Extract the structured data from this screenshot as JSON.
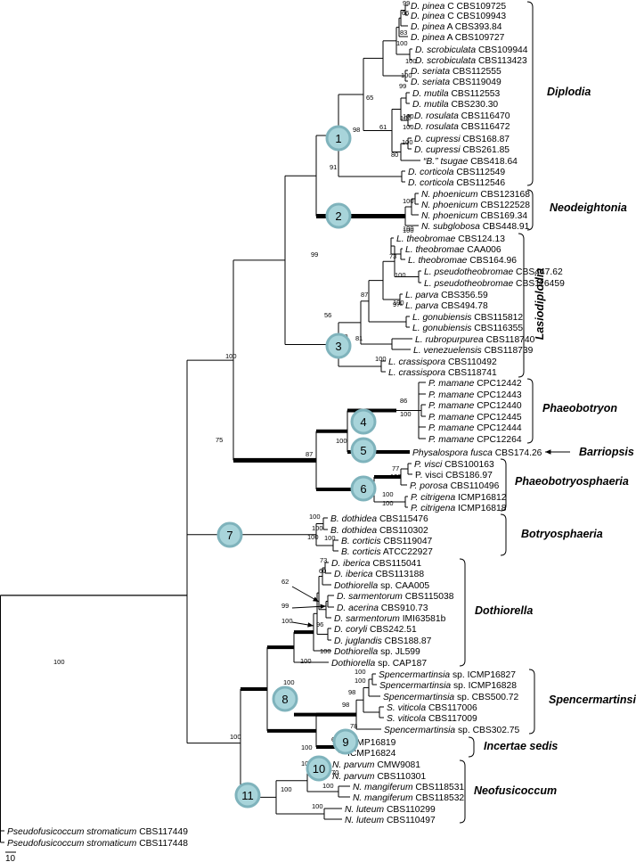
{
  "taxa": [
    {
      "italic": "D. pinea",
      "rest": " C CBS109725"
    },
    {
      "italic": "D. pinea",
      "rest": " C CBS109943"
    },
    {
      "italic": "D. pinea",
      "rest": " A CBS393.84"
    },
    {
      "italic": "D. pinea",
      "rest": " A CBS109727"
    },
    {
      "italic": "D. scrobiculata",
      "rest": " CBS109944"
    },
    {
      "italic": "D. scrobiculata",
      "rest": " CBS113423"
    },
    {
      "italic": "D. seriata",
      "rest": " CBS112555"
    },
    {
      "italic": "D. seriata",
      "rest": " CBS119049"
    },
    {
      "italic": "D. mutila",
      "rest": " CBS112553"
    },
    {
      "italic": "D. mutila",
      "rest": " CBS230.30"
    },
    {
      "italic": "D. rosulata",
      "rest": " CBS116470"
    },
    {
      "italic": "D. rosulata",
      "rest": " CBS116472"
    },
    {
      "italic": "D. cupressi",
      "rest": " CBS168.87"
    },
    {
      "italic": "D. cupressi",
      "rest": " CBS261.85"
    },
    {
      "italic": "“B.” tsugae",
      "rest": " CBS418.64"
    },
    {
      "italic": "D. corticola",
      "rest": " CBS112549"
    },
    {
      "italic": "D. corticola",
      "rest": " CBS112546"
    },
    {
      "italic": "N. phoenicum",
      "rest": " CBS123168"
    },
    {
      "italic": "N. phoenicum",
      "rest": " CBS122528"
    },
    {
      "italic": "N. phoenicum",
      "rest": " CBS169.34"
    },
    {
      "italic": "N. subglobosa",
      "rest": " CBS448.91"
    },
    {
      "italic": "L. theobromae",
      "rest": " CBS124.13"
    },
    {
      "italic": "L. theobromae",
      "rest": " CAA006"
    },
    {
      "italic": "L. theobromae",
      "rest": " CBS164.96"
    },
    {
      "italic": "L. pseudotheobromae",
      "rest": " CBS447.62"
    },
    {
      "italic": "L. pseudotheobromae",
      "rest": " CBS116459"
    },
    {
      "italic": "L. parva",
      "rest": " CBS356.59"
    },
    {
      "italic": "L. parva",
      "rest": " CBS494.78"
    },
    {
      "italic": "L. gonubiensis",
      "rest": " CBS115812"
    },
    {
      "italic": "L. gonubiensis",
      "rest": " CBS116355"
    },
    {
      "italic": "L. rubropurpurea",
      "rest": " CBS118740"
    },
    {
      "italic": "L. venezuelensis",
      "rest": " CBS118739"
    },
    {
      "italic": "L. crassispora",
      "rest": " CBS110492"
    },
    {
      "italic": "L. crassispora",
      "rest": " CBS118741"
    },
    {
      "italic": "P. mamane",
      "rest": " CPC12442"
    },
    {
      "italic": "P. mamane",
      "rest": " CPC12443"
    },
    {
      "italic": "P. mamane",
      "rest": " CPC12440"
    },
    {
      "italic": "P. mamane",
      "rest": " CPC12445"
    },
    {
      "italic": "P. mamane",
      "rest": " CPC12444"
    },
    {
      "italic": "P. mamane",
      "rest": " CPC12264"
    },
    {
      "italic": "Physalospora fusca",
      "rest": " CBS174.26"
    },
    {
      "italic": "P. visci",
      "rest": " CBS100163"
    },
    {
      "italic": "",
      "rest": "P. visci CBS186.97"
    },
    {
      "italic": "P. porosa",
      "rest": " CBS110496"
    },
    {
      "italic": "P. citrigena",
      "rest": "  ICMP16812"
    },
    {
      "italic": "P. citrigena",
      "rest": "  ICMP16818"
    },
    {
      "italic": "B. dothidea",
      "rest": " CBS115476"
    },
    {
      "italic": "B. dothidea",
      "rest": " CBS110302"
    },
    {
      "italic": "B. corticis",
      "rest": " CBS119047"
    },
    {
      "italic": "B. corticis",
      "rest": " ATCC22927"
    },
    {
      "italic": "D. iberica",
      "rest": " CBS115041"
    },
    {
      "italic": "D. iberica",
      "rest": " CBS113188"
    },
    {
      "italic": "Dothiorella",
      "rest": " sp. CAA005"
    },
    {
      "italic": "D. sarmentorum",
      "rest": " CBS115038"
    },
    {
      "italic": "D. acerina",
      "rest": " CBS910.73"
    },
    {
      "italic": "D. sarmentorum",
      "rest": " IMI63581b"
    },
    {
      "italic": "D. coryli",
      "rest": " CBS242.51"
    },
    {
      "italic": "D. juglandis",
      "rest": " CBS188.87"
    },
    {
      "italic": "Dothiorella",
      "rest": " sp. JL599"
    },
    {
      "italic": "Dothiorella",
      "rest": " sp. CAP187"
    },
    {
      "italic": "Spencermartinsia",
      "rest": " sp.  ICMP16827"
    },
    {
      "italic": "Spencermartinsia",
      "rest": " sp. ICMP16828"
    },
    {
      "italic": "Spencermartinsia",
      "rest": " sp.  CBS500.72"
    },
    {
      "italic": "S. viticola",
      "rest": " CBS117006"
    },
    {
      "italic": "S. viticola",
      "rest": " CBS117009"
    },
    {
      "italic": "Spencermartinsia",
      "rest": " sp. CBS302.75"
    },
    {
      "italic": "",
      "rest": "ICMP16819"
    },
    {
      "italic": "",
      "rest": "ICMP16824"
    },
    {
      "italic": "N. parvum",
      "rest": " CMW9081"
    },
    {
      "italic": "N. parvum",
      "rest": " CBS110301"
    },
    {
      "italic": "N. mangiferum",
      "rest": " CBS118531"
    },
    {
      "italic": "N. mangiferum",
      "rest": " CBS118532"
    },
    {
      "italic": "N. luteum",
      "rest": " CBS110299"
    },
    {
      "italic": "N. luteum",
      "rest": " CBS110497"
    },
    {
      "italic": "Pseudofusicoccum stromaticum",
      "rest": "  CBS117449"
    },
    {
      "italic": "Pseudofusicoccum stromaticum",
      "rest": "  CBS117448"
    }
  ],
  "clades": [
    {
      "label": "Diplodia"
    },
    {
      "label": "Neodeightonia"
    },
    {
      "label": "Lasiodiplodia"
    },
    {
      "label": "Phaeobotryon"
    },
    {
      "label": "Barriopsis"
    },
    {
      "label": "Phaeobotryosphaeria"
    },
    {
      "label": "Botryosphaeria"
    },
    {
      "label": "Dothiorella"
    },
    {
      "label": "Spencermartinsia"
    },
    {
      "label": "Incertae sedis"
    },
    {
      "label": "Neofusicoccum"
    }
  ],
  "node_markers": [
    "1",
    "2",
    "3",
    "4",
    "5",
    "6",
    "7",
    "8",
    "9",
    "10",
    "11"
  ],
  "support_values": [
    "99",
    "66",
    "83",
    "100",
    "100",
    "100",
    "99",
    "65",
    "100",
    "100",
    "100",
    "61",
    "100",
    "80",
    "98",
    "91",
    "100",
    "100",
    "100",
    "73",
    "100",
    "100",
    "97",
    "87",
    "56",
    "100",
    "81",
    "100",
    "99",
    "100",
    "86",
    "100",
    "100",
    "87",
    "77",
    "100",
    "100",
    "100",
    "75",
    "100",
    "100",
    "100",
    "100",
    "73",
    "60",
    "62",
    "99",
    "100",
    "96",
    "100",
    "100",
    "100",
    "100",
    "98",
    "98",
    "78",
    "100",
    "61",
    "100",
    "100",
    "100",
    "70",
    "100",
    "100",
    "100",
    "100"
  ],
  "scale_bar": {
    "label": "10"
  },
  "colors": {
    "node_fill": "#a8d4da",
    "node_stroke": "#7fb3bc",
    "line": "#000000"
  }
}
